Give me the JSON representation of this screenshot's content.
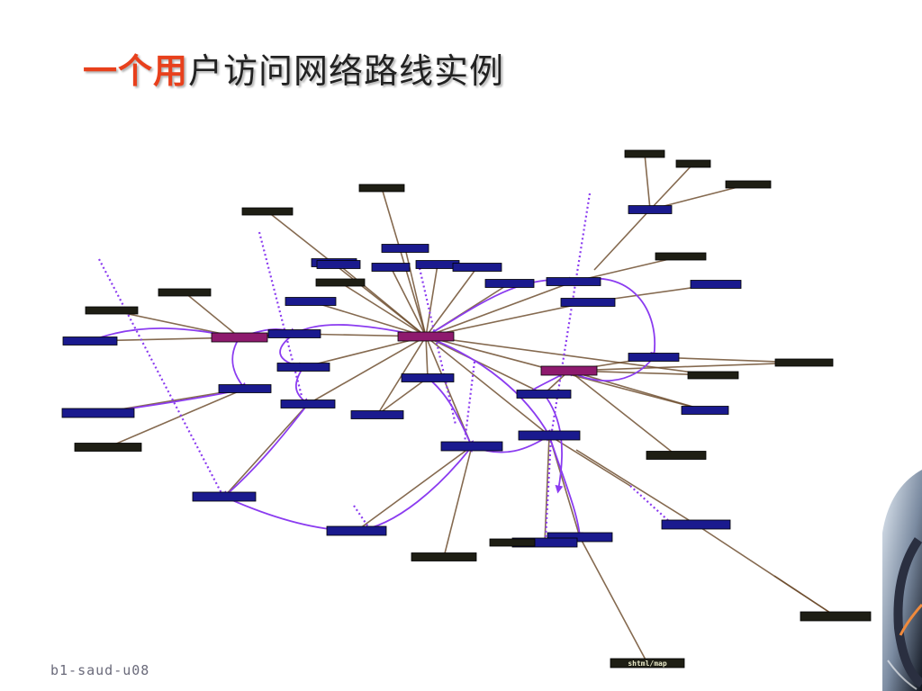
{
  "title": {
    "accent": "一个用",
    "rest": "户访问网络路线实例"
  },
  "caption": "b1-saud-u08",
  "colors": {
    "title_accent": "#e8401c",
    "path": "#8b3cf0",
    "node_blue": "#1a1a8e",
    "node_dark": "#1e1e14",
    "node_magenta": "#8e1a6e",
    "spoke": "#6b4a2a"
  },
  "nodes": [
    {
      "id": "hub",
      "kind": "magenta",
      "label": ""
    },
    {
      "id": "hub2",
      "kind": "magenta",
      "label": ""
    },
    {
      "id": "left_mag",
      "kind": "magenta",
      "label": ""
    },
    {
      "id": "b1",
      "kind": "blue",
      "label": ""
    },
    {
      "id": "b2",
      "kind": "blue",
      "label": ""
    },
    {
      "id": "b3",
      "kind": "blue",
      "label": ""
    },
    {
      "id": "b4",
      "kind": "blue",
      "label": ""
    },
    {
      "id": "b5",
      "kind": "blue",
      "label": ""
    },
    {
      "id": "b6",
      "kind": "blue",
      "label": ""
    },
    {
      "id": "b7",
      "kind": "blue",
      "label": ""
    },
    {
      "id": "b8",
      "kind": "blue",
      "label": ""
    },
    {
      "id": "b9",
      "kind": "blue",
      "label": ""
    },
    {
      "id": "b10",
      "kind": "blue",
      "label": ""
    },
    {
      "id": "b11",
      "kind": "blue",
      "label": ""
    },
    {
      "id": "b12",
      "kind": "blue",
      "label": ""
    },
    {
      "id": "b13",
      "kind": "blue",
      "label": ""
    },
    {
      "id": "b14",
      "kind": "blue",
      "label": ""
    },
    {
      "id": "b15",
      "kind": "blue",
      "label": ""
    },
    {
      "id": "b16",
      "kind": "blue",
      "label": ""
    },
    {
      "id": "b17",
      "kind": "blue",
      "label": ""
    },
    {
      "id": "b18",
      "kind": "blue",
      "label": ""
    },
    {
      "id": "b19",
      "kind": "blue",
      "label": ""
    },
    {
      "id": "b20",
      "kind": "blue",
      "label": ""
    },
    {
      "id": "b21",
      "kind": "blue",
      "label": ""
    },
    {
      "id": "b22",
      "kind": "blue",
      "label": ""
    },
    {
      "id": "b23",
      "kind": "blue",
      "label": ""
    },
    {
      "id": "b24",
      "kind": "blue",
      "label": ""
    },
    {
      "id": "b25",
      "kind": "blue",
      "label": ""
    },
    {
      "id": "b26",
      "kind": "blue",
      "label": ""
    },
    {
      "id": "b27",
      "kind": "blue",
      "label": ""
    },
    {
      "id": "b28",
      "kind": "blue",
      "label": ""
    },
    {
      "id": "b29",
      "kind": "blue",
      "label": ""
    },
    {
      "id": "b30",
      "kind": "blue",
      "label": ""
    },
    {
      "id": "d1",
      "kind": "dark",
      "label": ""
    },
    {
      "id": "d2",
      "kind": "dark",
      "label": ""
    },
    {
      "id": "d3",
      "kind": "dark",
      "label": ""
    },
    {
      "id": "d4",
      "kind": "dark",
      "label": ""
    },
    {
      "id": "d5",
      "kind": "dark",
      "label": ""
    },
    {
      "id": "d6",
      "kind": "dark",
      "label": ""
    },
    {
      "id": "d7",
      "kind": "dark",
      "label": ""
    },
    {
      "id": "d8",
      "kind": "dark",
      "label": ""
    },
    {
      "id": "d9",
      "kind": "dark",
      "label": ""
    },
    {
      "id": "d10",
      "kind": "dark",
      "label": ""
    },
    {
      "id": "d11",
      "kind": "dark",
      "label": ""
    },
    {
      "id": "d12",
      "kind": "dark",
      "label": ""
    },
    {
      "id": "d13",
      "kind": "dark",
      "label": ""
    },
    {
      "id": "d14",
      "kind": "dark",
      "label": ""
    },
    {
      "id": "d15",
      "kind": "dark",
      "label": ""
    },
    {
      "id": "d16",
      "kind": "dark",
      "label": ""
    },
    {
      "id": "d17",
      "kind": "dark",
      "label": "shtml/map"
    }
  ]
}
